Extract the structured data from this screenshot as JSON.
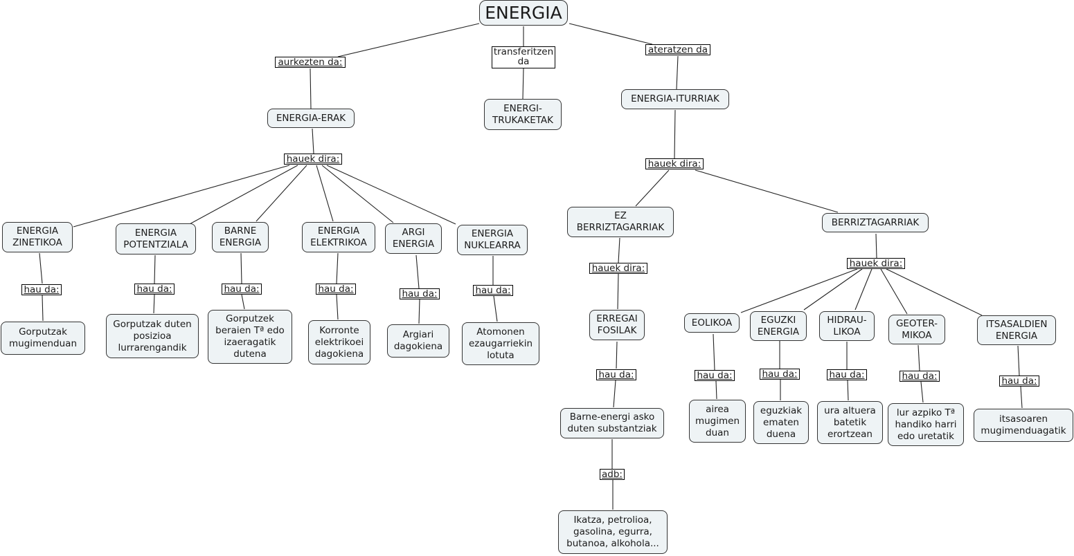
{
  "title": "ENERGIA",
  "links": {
    "aurkezten": "aurkezten da:",
    "transferitzen": "transferitzen\nda",
    "ateratzen": "ateratzen da",
    "hauek_dira": "hauek dira:",
    "hau_da": "hau da:",
    "adb": "adb:"
  },
  "nodes": {
    "energia_erak": "ENERGIA-ERAK",
    "energi_trukaketak": "ENERGI-\nTRUKAKETAK",
    "energia_iturriak": "ENERGIA-ITURRIAK",
    "zinetikoa": "ENERGIA\nZINETIKOA",
    "potentziala": "ENERGIA\nPOTENTZIALA",
    "barne": "BARNE\nENERGIA",
    "elektrikoa": "ENERGIA\nELEKTRIKOA",
    "argi": "ARGI\nENERGIA",
    "nuklearra": "ENERGIA\nNUKLEARRA",
    "zinetikoa_def": "Gorputzak\nmugimenduan",
    "potentziala_def": "Gorputzak duten\nposizioa\nlurrarengandik",
    "barne_def": "Gorputzek\nberaien Tª edo\nizaeragatik\ndutena",
    "elektrikoa_def": "Korronte\nelektrikoei\ndagokiena",
    "argi_def": "Argiari\ndagokiena",
    "nuklearra_def": "Atomonen\nezaugarriekin\nlotuta",
    "ez_berriztagarriak": "EZ\nBERRIZTAGARRIAK",
    "berriztagarriak": "BERRIZTAGARRIAK",
    "erregai_fosilak": "ERREGAI\nFOSILAK",
    "fosilak_def": "Barne-energi asko\nduten substantziak",
    "fosilak_adb": "Ikatza, petrolioa,\ngasolina, egurra,\nbutanoa, alkohola...",
    "eolikoa": "EOLIKOA",
    "eguzki": "EGUZKI\nENERGIA",
    "hidraulikoa": "HIDRAU-\nLIKOA",
    "geotermikoa": "GEOTER-\nMIKOA",
    "itsasaldien": "ITSASALDIEN\nENERGIA",
    "eolikoa_def": "airea\nmugimen\nduan",
    "eguzki_def": "eguzkiak\nematen\nduena",
    "hidraulikoa_def": "ura altuera\nbatetik\nerortzean",
    "geotermikoa_def": "lur azpiko Tª\nhandiko harri\nedo uretatik",
    "itsasaldien_def": "itsasoaren\nmugimenduagatik"
  }
}
